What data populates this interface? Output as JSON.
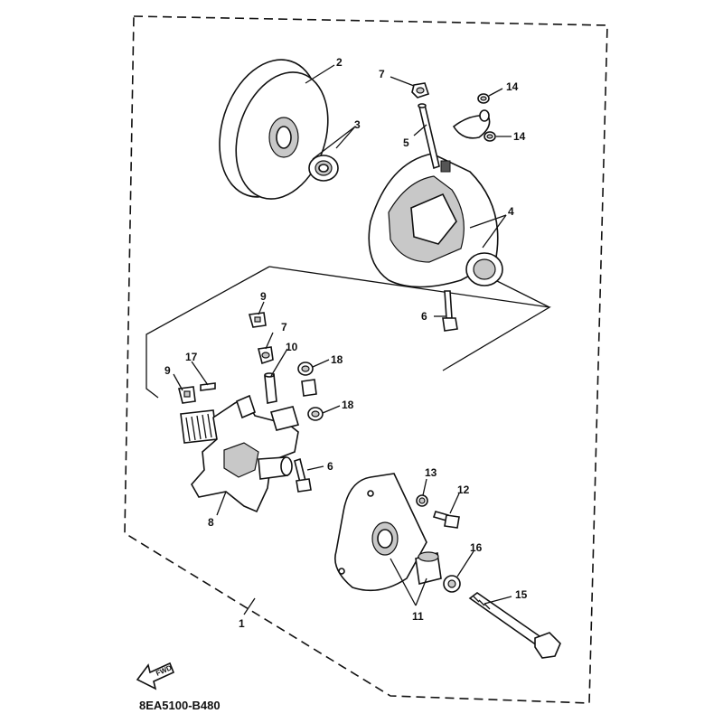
{
  "diagram": {
    "code": "8EA5100-B480",
    "fwd_label": "FWD",
    "callouts": {
      "c1": "1",
      "c2": "2",
      "c3": "3",
      "c4": "4",
      "c5": "5",
      "c6a": "6",
      "c6b": "6",
      "c7a": "7",
      "c7b": "7",
      "c8": "8",
      "c9a": "9",
      "c9b": "9",
      "c10": "10",
      "c11": "11",
      "c12": "12",
      "c13": "13",
      "c14a": "14",
      "c14b": "14",
      "c15": "15",
      "c16": "16",
      "c17": "17",
      "c18a": "18",
      "c18b": "18"
    }
  }
}
